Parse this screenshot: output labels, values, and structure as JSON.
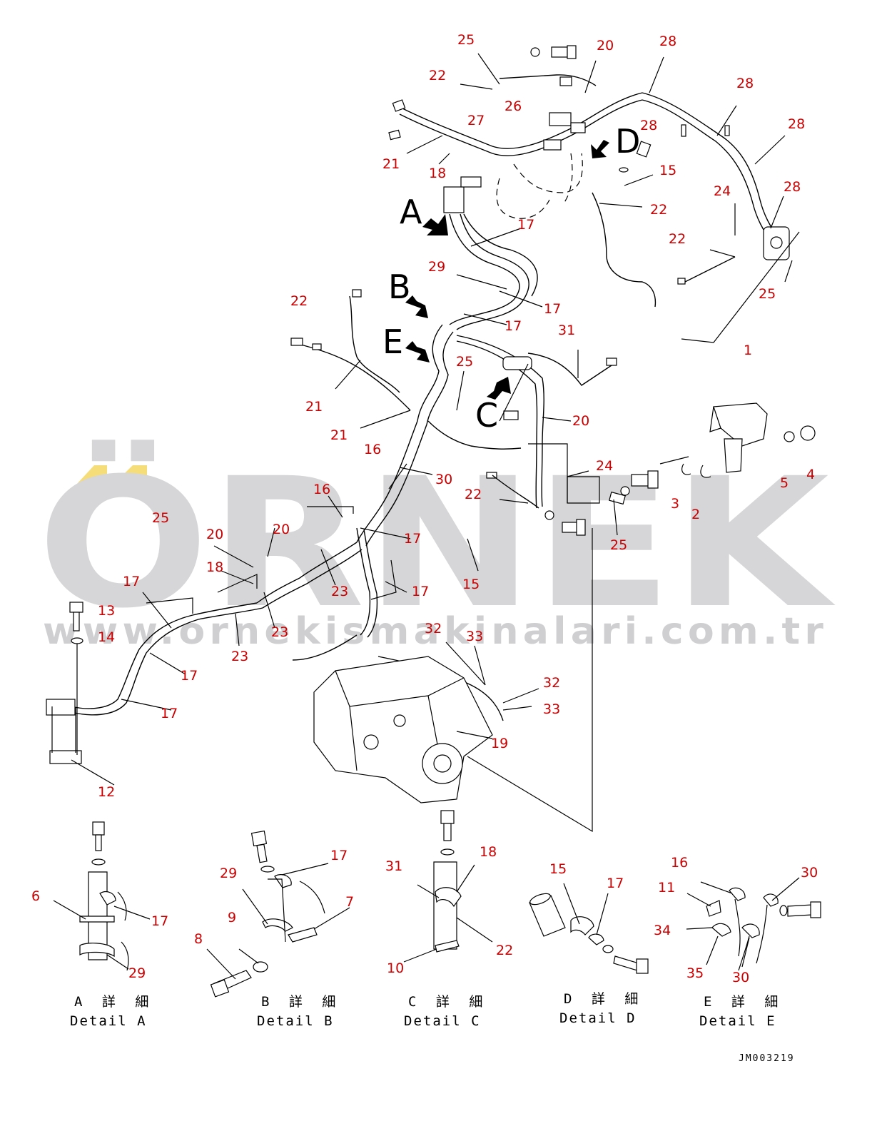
{
  "watermark": {
    "brand": "ÖRNEK",
    "url": "www.ornekismakinalari.com.tr",
    "accent_color": "#f5dd7a",
    "text_color": "#d6d6d8"
  },
  "colors": {
    "callout": "#cc0000",
    "line": "#000000"
  },
  "callouts": [
    "1",
    "2",
    "3",
    "4",
    "5",
    "6",
    "7",
    "8",
    "9",
    "10",
    "11",
    "12",
    "13",
    "14",
    "15",
    "16",
    "17",
    "18",
    "19",
    "20",
    "21",
    "22",
    "23",
    "24",
    "25",
    "26",
    "27",
    "28",
    "29",
    "30",
    "31",
    "32",
    "33",
    "34",
    "35"
  ],
  "view_letters": {
    "a": "A",
    "b": "B",
    "c": "C",
    "d": "D",
    "e": "E"
  },
  "details": {
    "a": {
      "jp": "A 詳 細",
      "en": "Detail A"
    },
    "b": {
      "jp": "B 詳 細",
      "en": "Detail B"
    },
    "c": {
      "jp": "C 詳 細",
      "en": "Detail C"
    },
    "d": {
      "jp": "D 詳 細",
      "en": "Detail D"
    },
    "e": {
      "jp": "E 詳 細",
      "en": "Detail E"
    }
  },
  "doc_id": "JM003219"
}
